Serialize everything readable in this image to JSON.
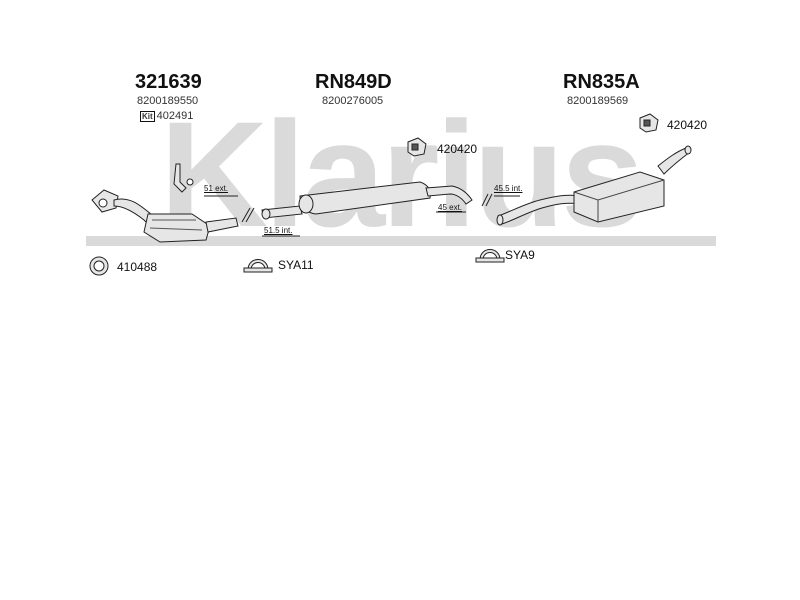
{
  "watermark": "Klarius",
  "colors": {
    "watermark": "#d9d9d9",
    "part_fill": "#e4e4e4",
    "part_stroke": "#222222"
  },
  "parts": {
    "front": {
      "code": "321639",
      "oe": "8200189550",
      "kit_label": "Kit",
      "kit_code": "402491"
    },
    "middle": {
      "code": "RN849D",
      "oe": "8200276005"
    },
    "rear": {
      "code": "RN835A",
      "oe": "8200189569"
    }
  },
  "hardware": {
    "gasket": {
      "code": "410488",
      "icon": "gasket-ring-icon"
    },
    "clamp_1": {
      "code": "SYA11",
      "icon": "clamp-icon"
    },
    "clamp_2": {
      "code": "SYA9",
      "icon": "clamp-icon"
    },
    "hanger_1": {
      "code": "420420",
      "icon": "rubber-hanger-icon"
    },
    "hanger_2": {
      "code": "420420",
      "icon": "rubber-hanger-icon"
    }
  },
  "dimensions": {
    "d1": "51 ext.",
    "d2": "51.5 int.",
    "d3": "45.5 int.",
    "d4": "45 ext."
  }
}
